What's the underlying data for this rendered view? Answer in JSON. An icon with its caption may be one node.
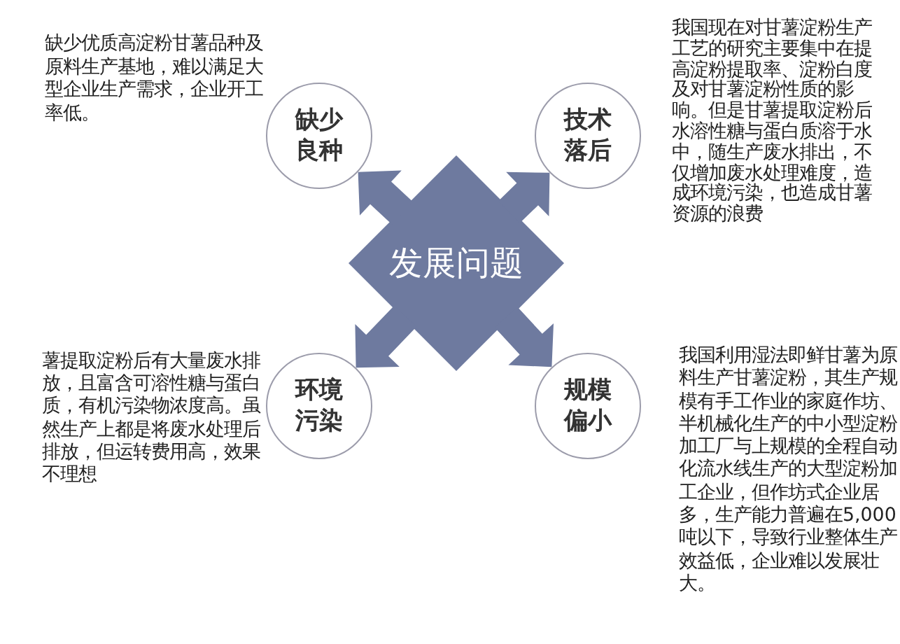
{
  "diagram": {
    "nodes": [
      {
        "text": [
          "缺少良种"
        ],
        "beside": [
          "缺少优质高淀粉甘薯品种及原料生产基地，难以满足大型企业生产需求，企业开工率低。"
        ]
      },
      {
        "text": [
          "技术落后"
        ],
        "beside": [
          "我国现在对甘薯淀粉生产工艺的研究主要集中在提高淀粉提取率、淀粉白度及对甘薯淀粉性质的影响。但是甘薯提取淀粉后水溶性糖与蛋白质溶于水中，随生产废水排出，不仅增加废水处理难度，造成环境污染，也造成甘薯资源的浪费"
        ]
      },
      {
        "text": [
          "发展问题"
        ]
      },
      {
        "text": [
          "环境污染"
        ],
        "beside": [
          "薯提取淀粉后有大量废水排放，且富含可溶性糖与蛋白质，有机污染物浓度高。虽然生产上都是将废水处理后排放，但运转费用高，效果不理想"
        ]
      },
      {
        "text": [
          "规模偏小"
        ],
        "beside": [
          "我国利用湿法即鲜甘薯为原料生产甘薯淀粉，其生产规模有手工作业的家庭作坊、半机械化生产的中小型淀粉加工厂与上规模的全程自动化流水线生产的大型淀粉加工企业，但作坊式企业居多，生产能力普遍在5,000吨以下，导致行业整体生产效益低，企业难以发展壮大。"
        ]
      }
    ],
    "edges": [
      {
        "from": 2,
        "to": 0,
        "arrow": "to"
      },
      {
        "from": 2,
        "to": 1,
        "arrow": "to"
      },
      {
        "from": 2,
        "to": 3,
        "arrow": "to"
      },
      {
        "from": 2,
        "to": 4,
        "arrow": "to"
      }
    ]
  }
}
